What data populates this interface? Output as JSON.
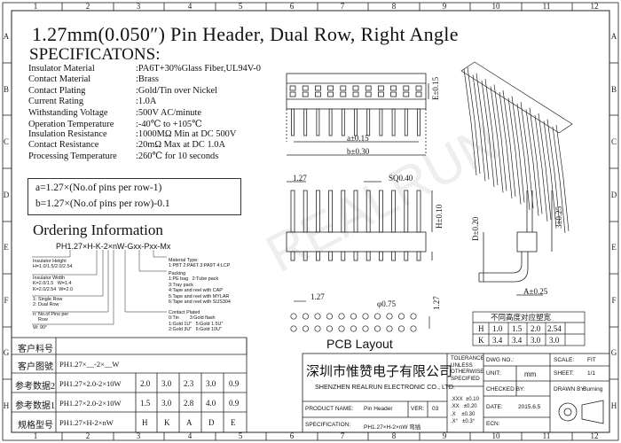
{
  "ruler": {
    "cols": [
      "1",
      "2",
      "3",
      "4",
      "5",
      "6",
      "7",
      "8",
      "9",
      "10",
      "11",
      "12"
    ],
    "rows": [
      "A",
      "B",
      "C",
      "D",
      "E",
      "F",
      "G",
      "H"
    ]
  },
  "title": "1.27mm(0.050″) Pin Header, Dual Row, Right Angle",
  "specs_heading": "SPECIFICATONS:",
  "specs": [
    {
      "label": "Insulator Material",
      "value": ":PA6T+30%Glass Fiber,UL94V-0"
    },
    {
      "label": "Contact Material",
      "value": ":Brass"
    },
    {
      "label": "Contact Plating",
      "value": ":Gold/Tin over Nickel"
    },
    {
      "label": "Current Rating",
      "value": ":1.0A"
    },
    {
      "label": "Withstanding Voltage",
      "value": ":500V AC/minute"
    },
    {
      "label": "Operation Temperature",
      "value": ":-40℃ to +105℃"
    },
    {
      "label": "Insulation Resistance",
      "value": ":1000MΩ Min at DC 500V"
    },
    {
      "label": "Contact Resistance",
      "value": ":20mΩ Max at DC 1.0A"
    },
    {
      "label": "Processing Temperature",
      "value": ":260℃ for 10 seconds"
    }
  ],
  "formulas": {
    "a": "a=1.27×(No.of pins per row-1)",
    "b": "b=1.27×(No.of pins per row)-0.1"
  },
  "ordering": {
    "heading": "Ordering Information",
    "code": "PH1.27×H-K-2×nW-Gxx-Pxx-Mx",
    "insulator_height": "Insulator Height\nH=1.0/1.5/2.0/2.54",
    "insulator_width": "Insulator Width\nK=2.0/1.5   W=1.4\nK=2.0/2.54  W=2.0",
    "rows": "1: Single Row\n2: Dual Row",
    "pins": "n: No.of Pins per\n    Row",
    "w": "W: 90°",
    "material_type": "Material Type:\n1:PBT 2:PA6T 3:PA9T 4:LCP",
    "packing": "Packing\n1:PE bag   2:Tube pack\n3:Tray pack\n4:Tape and reel with CAP\n5:Tape and reel with MYLAR\n6:Tape and reel with SUS304",
    "plated": "Contact Plated\n0:Tin        3:Gold flash\n1:Gold 1U″   5:Gold 1.5U″\n2:Gold 3U″   6:Gold 10U″"
  },
  "dims": {
    "a15": "a±0.15",
    "b30": "b±0.30",
    "e15": "E±0.15",
    "p127": "1.27",
    "sq": "SQ0.40",
    "h10": "H±0.10",
    "d20": "D±0.20",
    "b325": "3±0.25",
    "a25": "A±0.25",
    "pcb_127a": "1.27",
    "pcb_127b": "1.27",
    "phi": "φ0.75"
  },
  "pcb_label": "PCB Layout",
  "height_table": {
    "title": "不同高度对应塑宽",
    "rows": [
      [
        "H",
        "1.0",
        "1.5",
        "2.0",
        "2.54"
      ],
      [
        "K",
        "3.4",
        "3.4",
        "3.0",
        "3.0"
      ]
    ]
  },
  "customer_table": {
    "rows": [
      [
        "客户料号",
        "",
        "",
        "",
        "",
        "",
        ""
      ],
      [
        "客户图號",
        "PH1.27×__-2×__W",
        "",
        "",
        "",
        "",
        ""
      ],
      [
        "参考数据2",
        "PH1.27×2.0-2×10W",
        "2.0",
        "3.0",
        "2.3",
        "3.0",
        "0.9"
      ],
      [
        "参考数据1",
        "PH1.27×2.0-2×10W",
        "1.5",
        "3.0",
        "2.8",
        "4.0",
        "0.9"
      ],
      [
        "规格型号",
        "PH1.27×H-2×nW",
        "H",
        "K",
        "A",
        "D",
        "E"
      ]
    ]
  },
  "titleblock": {
    "company_cn": "深圳市惟赞电子有限公司",
    "company_en": "SHENZHEN REALRUN ELECTRONIC CO., LTD.",
    "tolerance": "TOLERANCE\nUNLESS\nOTHERWISE\nSPECIFIED",
    "tol_values": ".XXX  ±0.10\n.XX   ±0.20\n.X    ±0.30\n.X°   ±0.3°",
    "dwg_no": "DWG NO.:",
    "scale": "SCALE:",
    "scale_val": "FIT",
    "unit": "UNIT:",
    "unit_val": "mm",
    "sheet": "SHEET:",
    "sheet_val": "1/1",
    "checked": "CHECKED BY:",
    "drawn": "DRAWN BY:",
    "drawn_val": "Burning",
    "date_lbl": "DATE:",
    "date_val": "2015.6.5",
    "ecn": "ECN:",
    "product_lbl": "PRODUCT NAME:",
    "product_val": "Pin Header",
    "ver_lbl": "VER:",
    "ver_val": "03",
    "spec_lbl": "SPECIFICATION:",
    "spec_val": "PH1.27×H-2×nW 弯插"
  }
}
